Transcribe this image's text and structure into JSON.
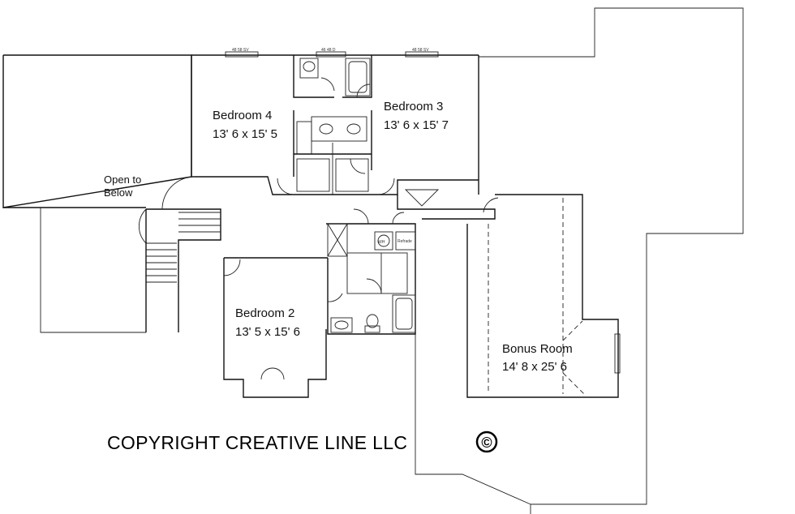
{
  "rooms": {
    "bedroom4": {
      "name": "Bedroom 4",
      "size": "13' 6 x 15' 5"
    },
    "bedroom3": {
      "name": "Bedroom 3",
      "size": "13' 6 x 15' 7"
    },
    "bedroom2": {
      "name": "Bedroom 2",
      "size": "13' 5 x 15' 6"
    },
    "bonus": {
      "name": "Bonus Room",
      "size": "14' 8 x 25' 6"
    }
  },
  "open_to_below": {
    "line1": "Open to",
    "line2": "Below"
  },
  "fixtures": {
    "washer": "WH",
    "refrigerator": "Refrade"
  },
  "copyright": {
    "text": "COPYRIGHT CREATIVE LINE LLC",
    "symbol": "©"
  }
}
